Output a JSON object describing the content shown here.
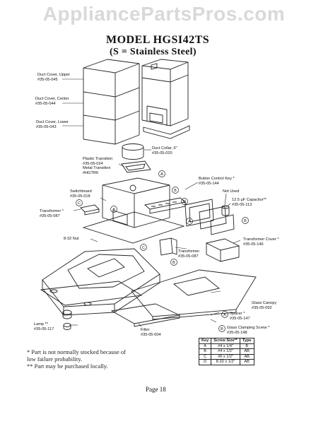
{
  "watermark": "AppliancePartsPros.com",
  "title": {
    "model": "MODEL HGSI42TS",
    "note": "(S = Stainless Steel)"
  },
  "labels": {
    "duct_upper": [
      "Duct Cover, Upper",
      "#35-05-045"
    ],
    "duct_center": [
      "Duct Cover, Center",
      "#35-05-044"
    ],
    "duct_lower": [
      "Duct Cover, Lower",
      "#35-05-043"
    ],
    "duct_collar": [
      "Duct Collar, 6\"",
      "#35-05-020"
    ],
    "plastic_transition": [
      "Plastic Transition",
      "#35-05-024",
      "Metal Transition",
      "#HGTR6"
    ],
    "button_key": [
      "Button Control Key *",
      "#35-05-144"
    ],
    "not_used": [
      "Not Used"
    ],
    "capacitor": [
      "12.5 µF Capacitor**",
      "#35-05-113"
    ],
    "switchboard": [
      "Switchboard",
      "#35-05-018"
    ],
    "transformer_left": [
      "Transformer *",
      "#35-05-087"
    ],
    "nut": [
      "8-32 Nut"
    ],
    "transformer_mid": [
      "Transformer",
      "#35-05-087"
    ],
    "transformer_cover": [
      "Transformer Cover *",
      "#35-05-146"
    ],
    "glass_canopy": [
      "Glass Canopy",
      "#35-05-092"
    ],
    "spacer": [
      "Spacer *",
      "#35-05-147"
    ],
    "glass_screw": [
      "Glass Clamping Screw *",
      "#35-05-148"
    ],
    "lamp": [
      "Lamp **",
      "#35-05-117"
    ],
    "filter": [
      "Filter",
      "#35-05-004"
    ]
  },
  "callouts": [
    "A",
    "B",
    "C",
    "D",
    "A",
    "A",
    "B",
    "C",
    "B",
    "A",
    "B"
  ],
  "screw_table": {
    "headers": [
      "Key",
      "Screw Size**",
      "Type"
    ],
    "rows": [
      [
        "A",
        "#4 x 1/4\"",
        "B"
      ],
      [
        "B",
        "#4 x 1/2\"",
        "AB"
      ],
      [
        "C",
        "#6 x 1/2\"",
        "AB"
      ],
      [
        "D",
        "8-32 x 1/2\"",
        "AB"
      ]
    ]
  },
  "notes": [
    "*    Part is not normally stocked because of",
    "      low failure probability.",
    "**  Part may be purchased locally."
  ],
  "page_label": "Page 18"
}
